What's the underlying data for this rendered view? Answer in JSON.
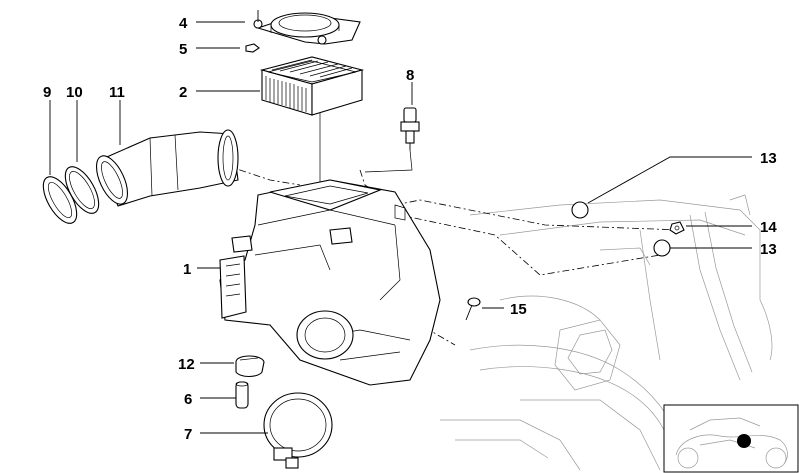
{
  "callouts": {
    "c1": "1",
    "c2": "2",
    "c4": "4",
    "c5": "5",
    "c6": "6",
    "c7": "7",
    "c8": "8",
    "c9": "9",
    "c10": "10",
    "c11": "11",
    "c12": "12",
    "c13a": "13",
    "c13b": "13",
    "c14": "14",
    "c15": "15"
  },
  "colors": {
    "line": "#000000",
    "ghost": "#9a9a9a",
    "background": "#ffffff"
  },
  "inset": {
    "marker_icon": "location-dot-icon"
  }
}
